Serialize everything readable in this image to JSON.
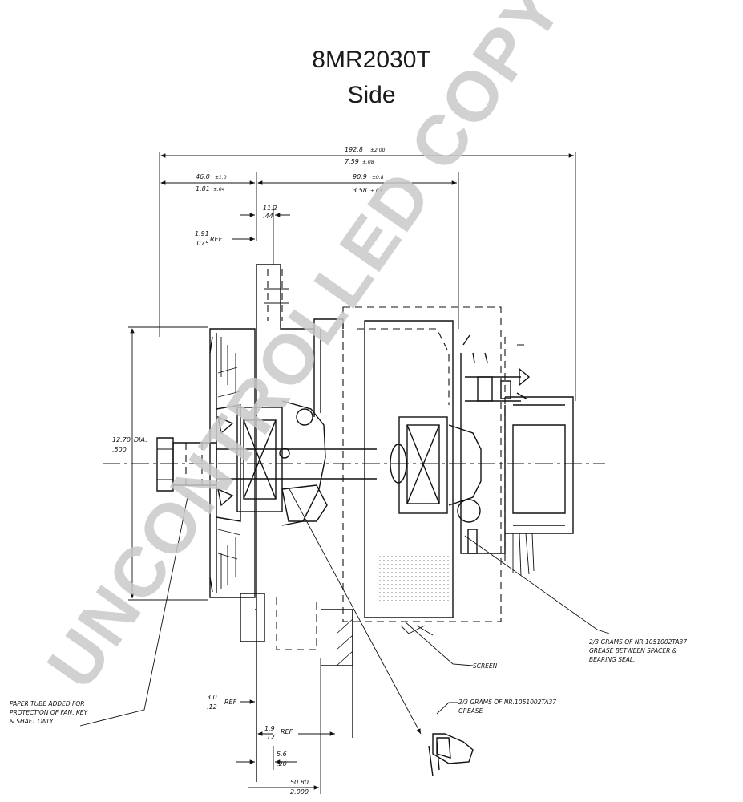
{
  "title": {
    "model": "8MR2030T",
    "view": "Side"
  },
  "watermark": "UNCONTROLLED COPY",
  "dimensions": {
    "overall_mm": "192.8",
    "overall_mm_tol": "±2.00",
    "overall_in": "7.59",
    "overall_in_tol": "±.08",
    "left_mm": "46.0",
    "left_mm_tol": "±1.0",
    "left_in": "1.81",
    "left_in_tol": "±.04",
    "right_mm": "90.9",
    "right_mm_tol": "±0.8",
    "right_in": "3.58",
    "right_in_tol": "±.03",
    "flange_mm": "11.2",
    "flange_in": ".44",
    "ref1_mm": "1.91",
    "ref1_in": ".075",
    "ref1_suffix": "REF.",
    "dia_mm": "12.70",
    "dia_in": ".500",
    "dia_suffix": "DIA.",
    "ref2_mm": "3.0",
    "ref2_in": ".12",
    "ref2_suffix": "REF",
    "ref3_mm": "1.9",
    "ref3_in": ".12",
    "ref3_suffix": "REF",
    "mount_mm": "5.6",
    "mount_in": ".20",
    "bottom_mm": "50.80",
    "bottom_in": "2.000"
  },
  "notes": {
    "paper_tube": [
      "PAPER TUBE ADDED FOR",
      "PROTECTION OF FAN, KEY",
      "& SHAFT ONLY"
    ],
    "grease_spacer": [
      "2/3 GRAMS OF NR.1051002TA37",
      "GREASE BETWEEN SPACER &",
      "BEARING SEAL."
    ],
    "screen": "SCREEN",
    "grease_bearing": [
      "2/3 GRAMS OF NR.1051002TA37",
      "GREASE"
    ]
  }
}
